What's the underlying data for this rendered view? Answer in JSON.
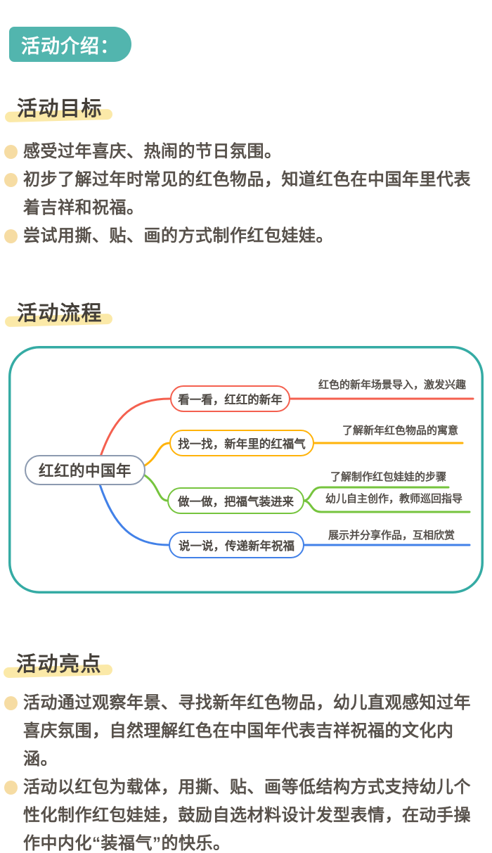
{
  "page": {
    "title_badge": "活动介绍："
  },
  "colors": {
    "badge_teal": "#52B5AE",
    "panel_border_teal": "#35ABA4",
    "highlight_yellow": "#FBE9A8",
    "bullet_dot_yellow": "#F6DCA3",
    "branch_red": "#F4604F",
    "branch_orange": "#FFB30A",
    "branch_green": "#76C43E",
    "branch_blue": "#4281E8",
    "root_border_gray": "#8C9AB0",
    "text_dark": "#57514B"
  },
  "sections": {
    "goals": {
      "title": "活动目标",
      "items": [
        [
          "感受过年喜庆、热闹的节日氛围。"
        ],
        [
          "初步了解过年时常见的红色物品，知道红色在中国年里代表",
          "着吉祥和祝福。"
        ],
        [
          "尝试用撕、贴、画的方式制作红包娃娃。"
        ]
      ]
    },
    "process": {
      "title": "活动流程"
    },
    "highlights": {
      "title": "活动亮点",
      "items": [
        [
          "活动通过观察年景、寻找新年红色物品，幼儿直观感知过年",
          "喜庆氛围，自然理解红色在中国年代表吉祥祝福的文化内涵。"
        ],
        [
          "活动以红包为载体，用撕、贴、画等低结构方式支持幼儿个",
          "性化制作红包娃娃，鼓励自选材料设计发型表情，在动手操",
          "作中内化“装福气”的快乐。"
        ]
      ]
    }
  },
  "mindmap": {
    "root": "红红的中国年",
    "branches": [
      {
        "label": "看一看，红红的新年",
        "notes": [
          "红色的新年场景导入，激发兴趣"
        ]
      },
      {
        "label": "找一找，新年里的红福气",
        "notes": [
          "了解新年红色物品的寓意"
        ]
      },
      {
        "label": "做一做，把福气装进来",
        "notes": [
          "了解制作红包娃娃的步骤",
          "幼儿自主创作，教师巡回指导"
        ]
      },
      {
        "label": "说一说，传递新年祝福",
        "notes": [
          "展示并分享作品，互相欣赏"
        ]
      }
    ]
  }
}
